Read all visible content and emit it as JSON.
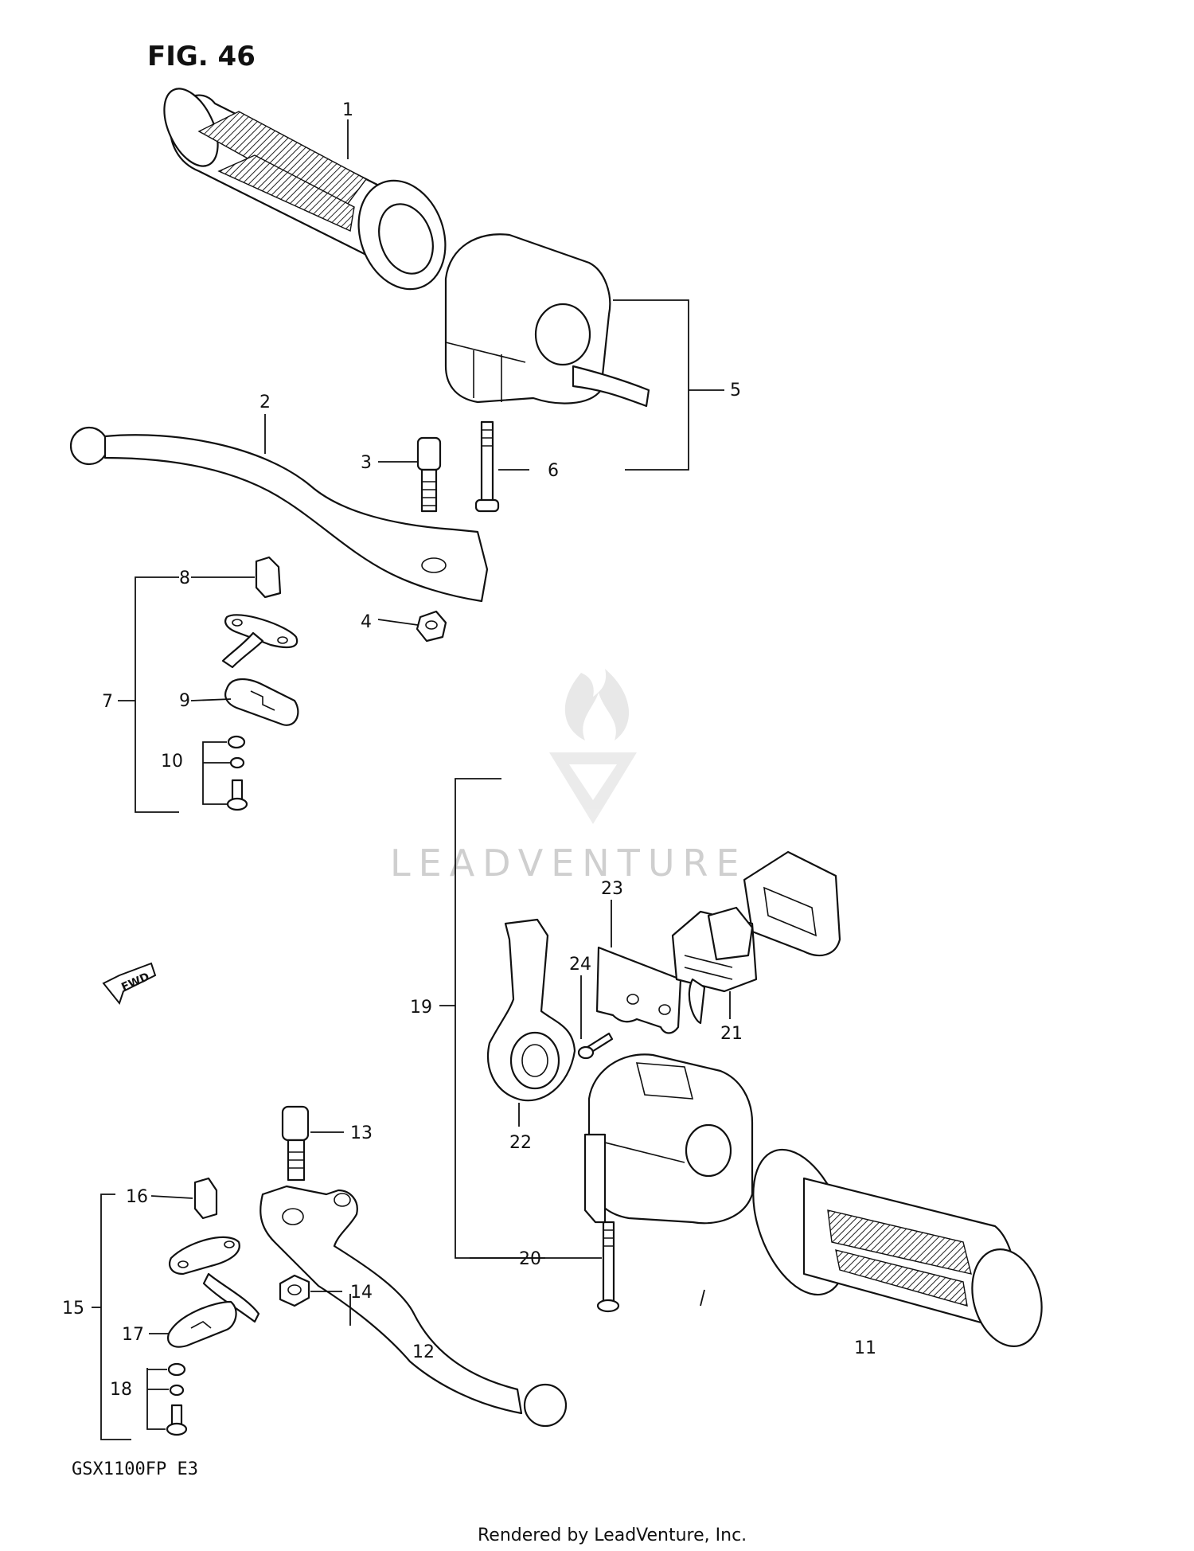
{
  "figure": {
    "title": "FIG. 46",
    "model_code": "GSX1100FP  E3",
    "footer": "Rendered by LeadVenture, Inc.",
    "watermark": "LEADVENTURE"
  },
  "labels": {
    "p1": "1",
    "p2": "2",
    "p3": "3",
    "p4": "4",
    "p5": "5",
    "p6": "6",
    "p7": "7",
    "p8": "8",
    "p9": "9",
    "p10": "10",
    "p11": "11",
    "p12": "12",
    "p13": "13",
    "p14": "14",
    "p15": "15",
    "p16": "16",
    "p17": "17",
    "p18": "18",
    "p19": "19",
    "p20": "20",
    "p21": "21",
    "p22": "22",
    "p23": "23",
    "p24": "24"
  },
  "fwd_arrow": "FWD",
  "colors": {
    "ink": "#111111",
    "watermark": "#cfcfcf",
    "background": "#ffffff"
  }
}
